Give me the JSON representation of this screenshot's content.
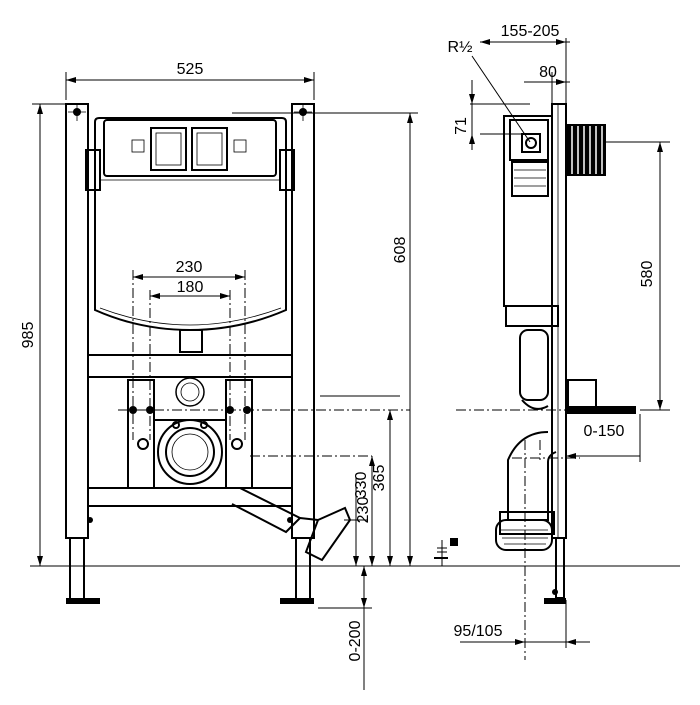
{
  "dimensions": {
    "frame_width": "525",
    "overall_height": "985",
    "outlet_spacing": "230",
    "stud_spacing": "180",
    "cistern_height": "608",
    "lower_height": "365",
    "waste_height": "330",
    "inlet_height": "230",
    "foot_adjust": "0-200",
    "wall_depth": "155-205",
    "inlet_depth": "80",
    "inlet_drop": "71",
    "thread": "R½",
    "flush_pipe_height": "580",
    "flush_adjust": "0-150",
    "waste_offset": "95/105"
  }
}
